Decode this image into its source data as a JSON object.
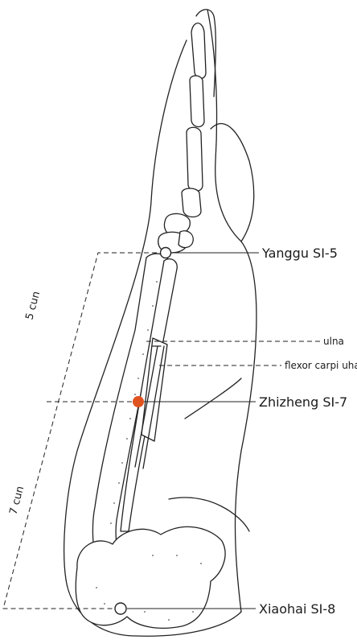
{
  "points": [
    {
      "id": "yanggu",
      "label": "Yanggu SI-5",
      "color": "#ffffff"
    },
    {
      "id": "zhizheng",
      "label": "Zhizheng SI-7",
      "color": "#e0531f"
    },
    {
      "id": "xiaohai",
      "label": "Xiaohai SI-8",
      "color": "#ffffff"
    }
  ],
  "structures": [
    {
      "id": "ulna",
      "label": "ulna"
    },
    {
      "id": "flexor",
      "label": "flexor carpi uharis"
    }
  ],
  "measurements": [
    {
      "id": "upper",
      "label": "5 cun"
    },
    {
      "id": "lower",
      "label": "7 cun"
    }
  ]
}
